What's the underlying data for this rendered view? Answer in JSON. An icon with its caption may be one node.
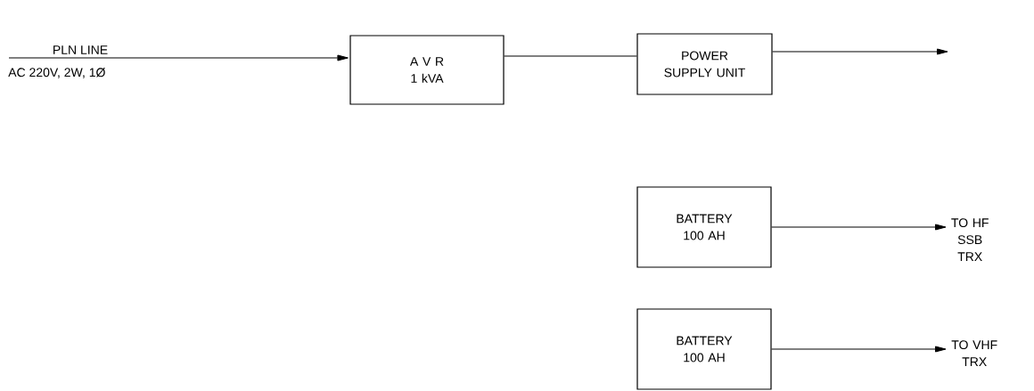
{
  "diagram": {
    "nodes": [
      {
        "text": [
          "A V R",
          "1 kVA"
        ]
      },
      {
        "text": [
          "POWER SUPPLY UNIT"
        ]
      },
      {
        "text": [
          "BATTERY",
          "100 AH"
        ]
      },
      {
        "text": [
          "TO HF SSB TRX"
        ]
      },
      {
        "text": [
          "BATTERY",
          "100 AH"
        ]
      },
      {
        "text": [
          "TO VHF TRX"
        ]
      }
    ],
    "edges": [
      {
        "from": null,
        "to": 0,
        "arrow": "to",
        "label": "PLN LINE"
      },
      {
        "from": 0,
        "to": 1,
        "arrow": "none"
      },
      {
        "from": 1,
        "to": null,
        "arrow": "to"
      },
      {
        "from": 2,
        "to": 3,
        "arrow": "to"
      },
      {
        "from": 4,
        "to": 5,
        "arrow": "to"
      }
    ],
    "labels": [
      "AC 220V, 2W, 1Ø"
    ]
  }
}
